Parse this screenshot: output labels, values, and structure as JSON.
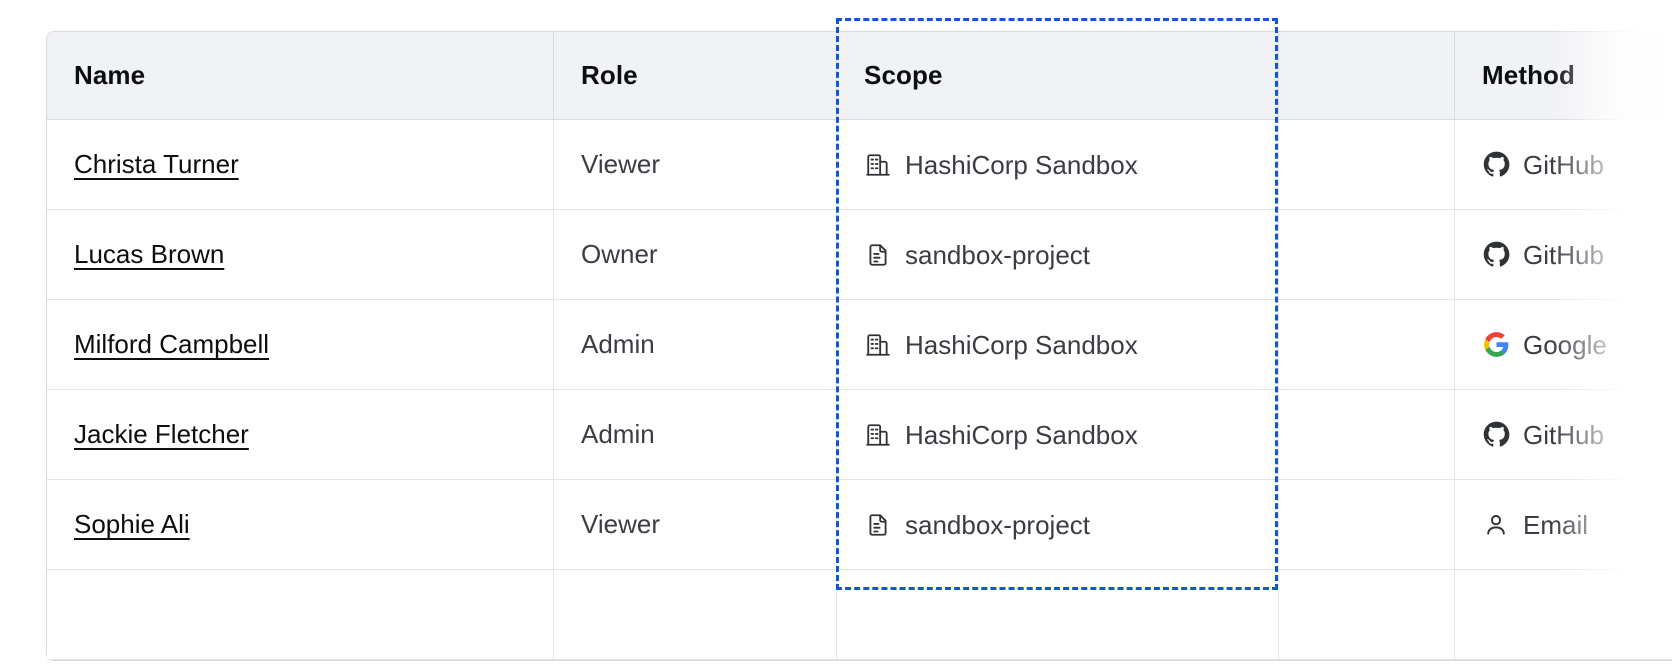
{
  "table": {
    "columns": [
      {
        "key": "name",
        "label": "Name"
      },
      {
        "key": "role",
        "label": "Role"
      },
      {
        "key": "scope",
        "label": "Scope"
      },
      {
        "key": "blank",
        "label": ""
      },
      {
        "key": "method",
        "label": "Method"
      }
    ],
    "rows": [
      {
        "name": "Christa Turner",
        "role": "Viewer",
        "scope": "HashiCorp Sandbox",
        "scope_icon": "building-icon",
        "method": "GitHub",
        "method_icon": "github-icon"
      },
      {
        "name": "Lucas Brown",
        "role": "Owner",
        "scope": "sandbox-project",
        "scope_icon": "document-icon",
        "method": "GitHub",
        "method_icon": "github-icon"
      },
      {
        "name": "Milford Campbell",
        "role": "Admin",
        "scope": "HashiCorp Sandbox",
        "scope_icon": "building-icon",
        "method": "Google",
        "method_icon": "google-icon"
      },
      {
        "name": "Jackie Fletcher",
        "role": "Admin",
        "scope": "HashiCorp Sandbox",
        "scope_icon": "building-icon",
        "method": "GitHub",
        "method_icon": "github-icon"
      },
      {
        "name": "Sophie Ali",
        "role": "Viewer",
        "scope": "sandbox-project",
        "scope_icon": "document-icon",
        "method": "Email",
        "method_icon": "person-icon"
      },
      {
        "name": "",
        "role": "",
        "scope": "",
        "scope_icon": "",
        "method": "",
        "method_icon": ""
      }
    ]
  },
  "selection": {
    "target_column": "Scope",
    "border_color": "#1157d1",
    "style": "dashed"
  },
  "colors": {
    "header_bg": "#f1f2f4",
    "border": "#d8dade",
    "row_border": "#e3e4e8",
    "header_text": "#0c0e11",
    "body_text": "#3b3d45",
    "link_text": "#0c0e11",
    "selection": "#1157d1",
    "google_blue": "#4285f4",
    "google_red": "#ea4335",
    "google_yellow": "#fbbc05",
    "google_green": "#34a853",
    "github_dark": "#2f3337"
  }
}
